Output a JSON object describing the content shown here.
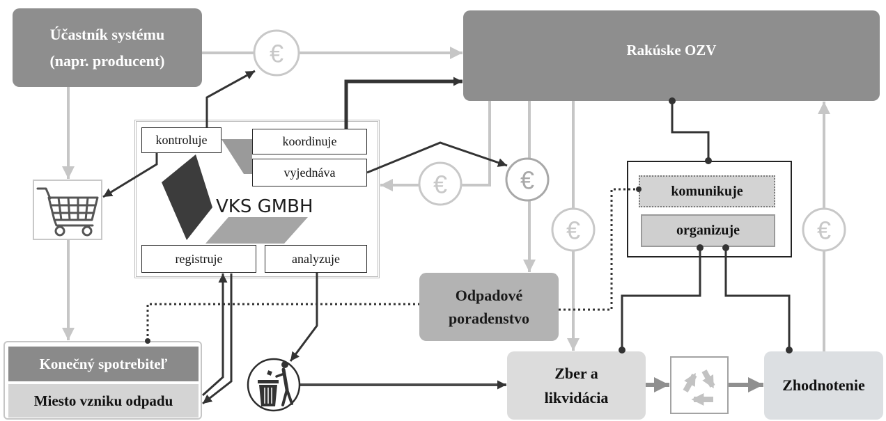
{
  "diagram": {
    "participant": {
      "line1": "Účastník systému",
      "line2": "(napr. producent)"
    },
    "ozv": {
      "label": "Rakúske OZV"
    },
    "vks": {
      "name": "VKS GMBH",
      "controls": "kontroluje",
      "coordinates": "koordinuje",
      "negotiates": "vyjednáva",
      "registers": "registruje",
      "analyzes": "analyzuje"
    },
    "ozv_functions": {
      "communicates": "komunikuje",
      "organizes": "organizuje"
    },
    "advisory": {
      "line1": "Odpadové",
      "line2": "poradenstvo"
    },
    "consumer": {
      "title": "Konečný spotrebiteľ",
      "waste_origin": "Miesto vzniku odpadu"
    },
    "collection": {
      "line1": "Zber a",
      "line2": "likvidácia"
    },
    "recovery": {
      "label": "Zhodnotenie"
    },
    "currency_symbol": "€"
  },
  "icons": {
    "payment": "euro-icon",
    "purchase": "shopping-cart-icon",
    "disposal": "trash-bin-icon",
    "recycling": "recycle-icon"
  },
  "colors": {
    "box_dark": "#8e8e8e",
    "box_medium": "#b3b3b3",
    "box_light": "#dcdcdc",
    "connector_dark": "#333333",
    "connector_light": "#c6c6c6",
    "label_text_light": "#ffffff",
    "label_text_dark": "#1a1a1a"
  }
}
